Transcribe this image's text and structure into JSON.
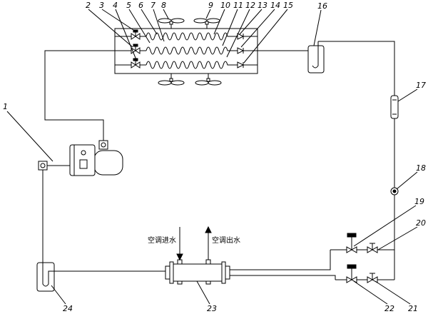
{
  "callouts": [
    "1",
    "2",
    "3",
    "4",
    "5",
    "6",
    "7",
    "8",
    "9",
    "10",
    "11",
    "12",
    "13",
    "14",
    "15",
    "16",
    "17",
    "18",
    "19",
    "20",
    "21",
    "22",
    "23",
    "24"
  ],
  "water": {
    "inlet_label": "空调进水",
    "outlet_label": "空调出水"
  },
  "colors": {
    "line": "#000000",
    "background": "#ffffff"
  }
}
